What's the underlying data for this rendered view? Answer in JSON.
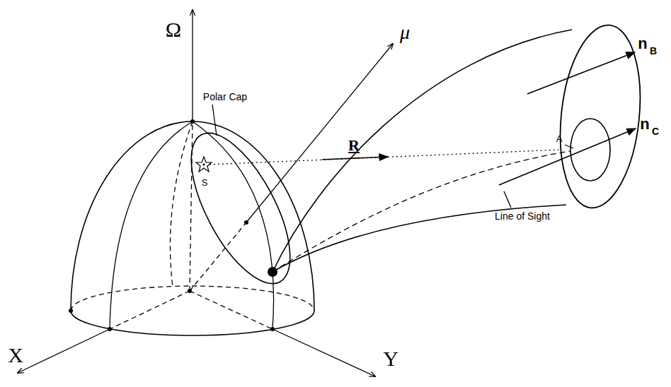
{
  "diagram": {
    "labels": [
      "Ω",
      "μ",
      "R",
      "n",
      "B",
      "n",
      "C",
      "Polar Cap",
      "S",
      "A",
      "Line of Sight",
      "X",
      "Y"
    ]
  }
}
